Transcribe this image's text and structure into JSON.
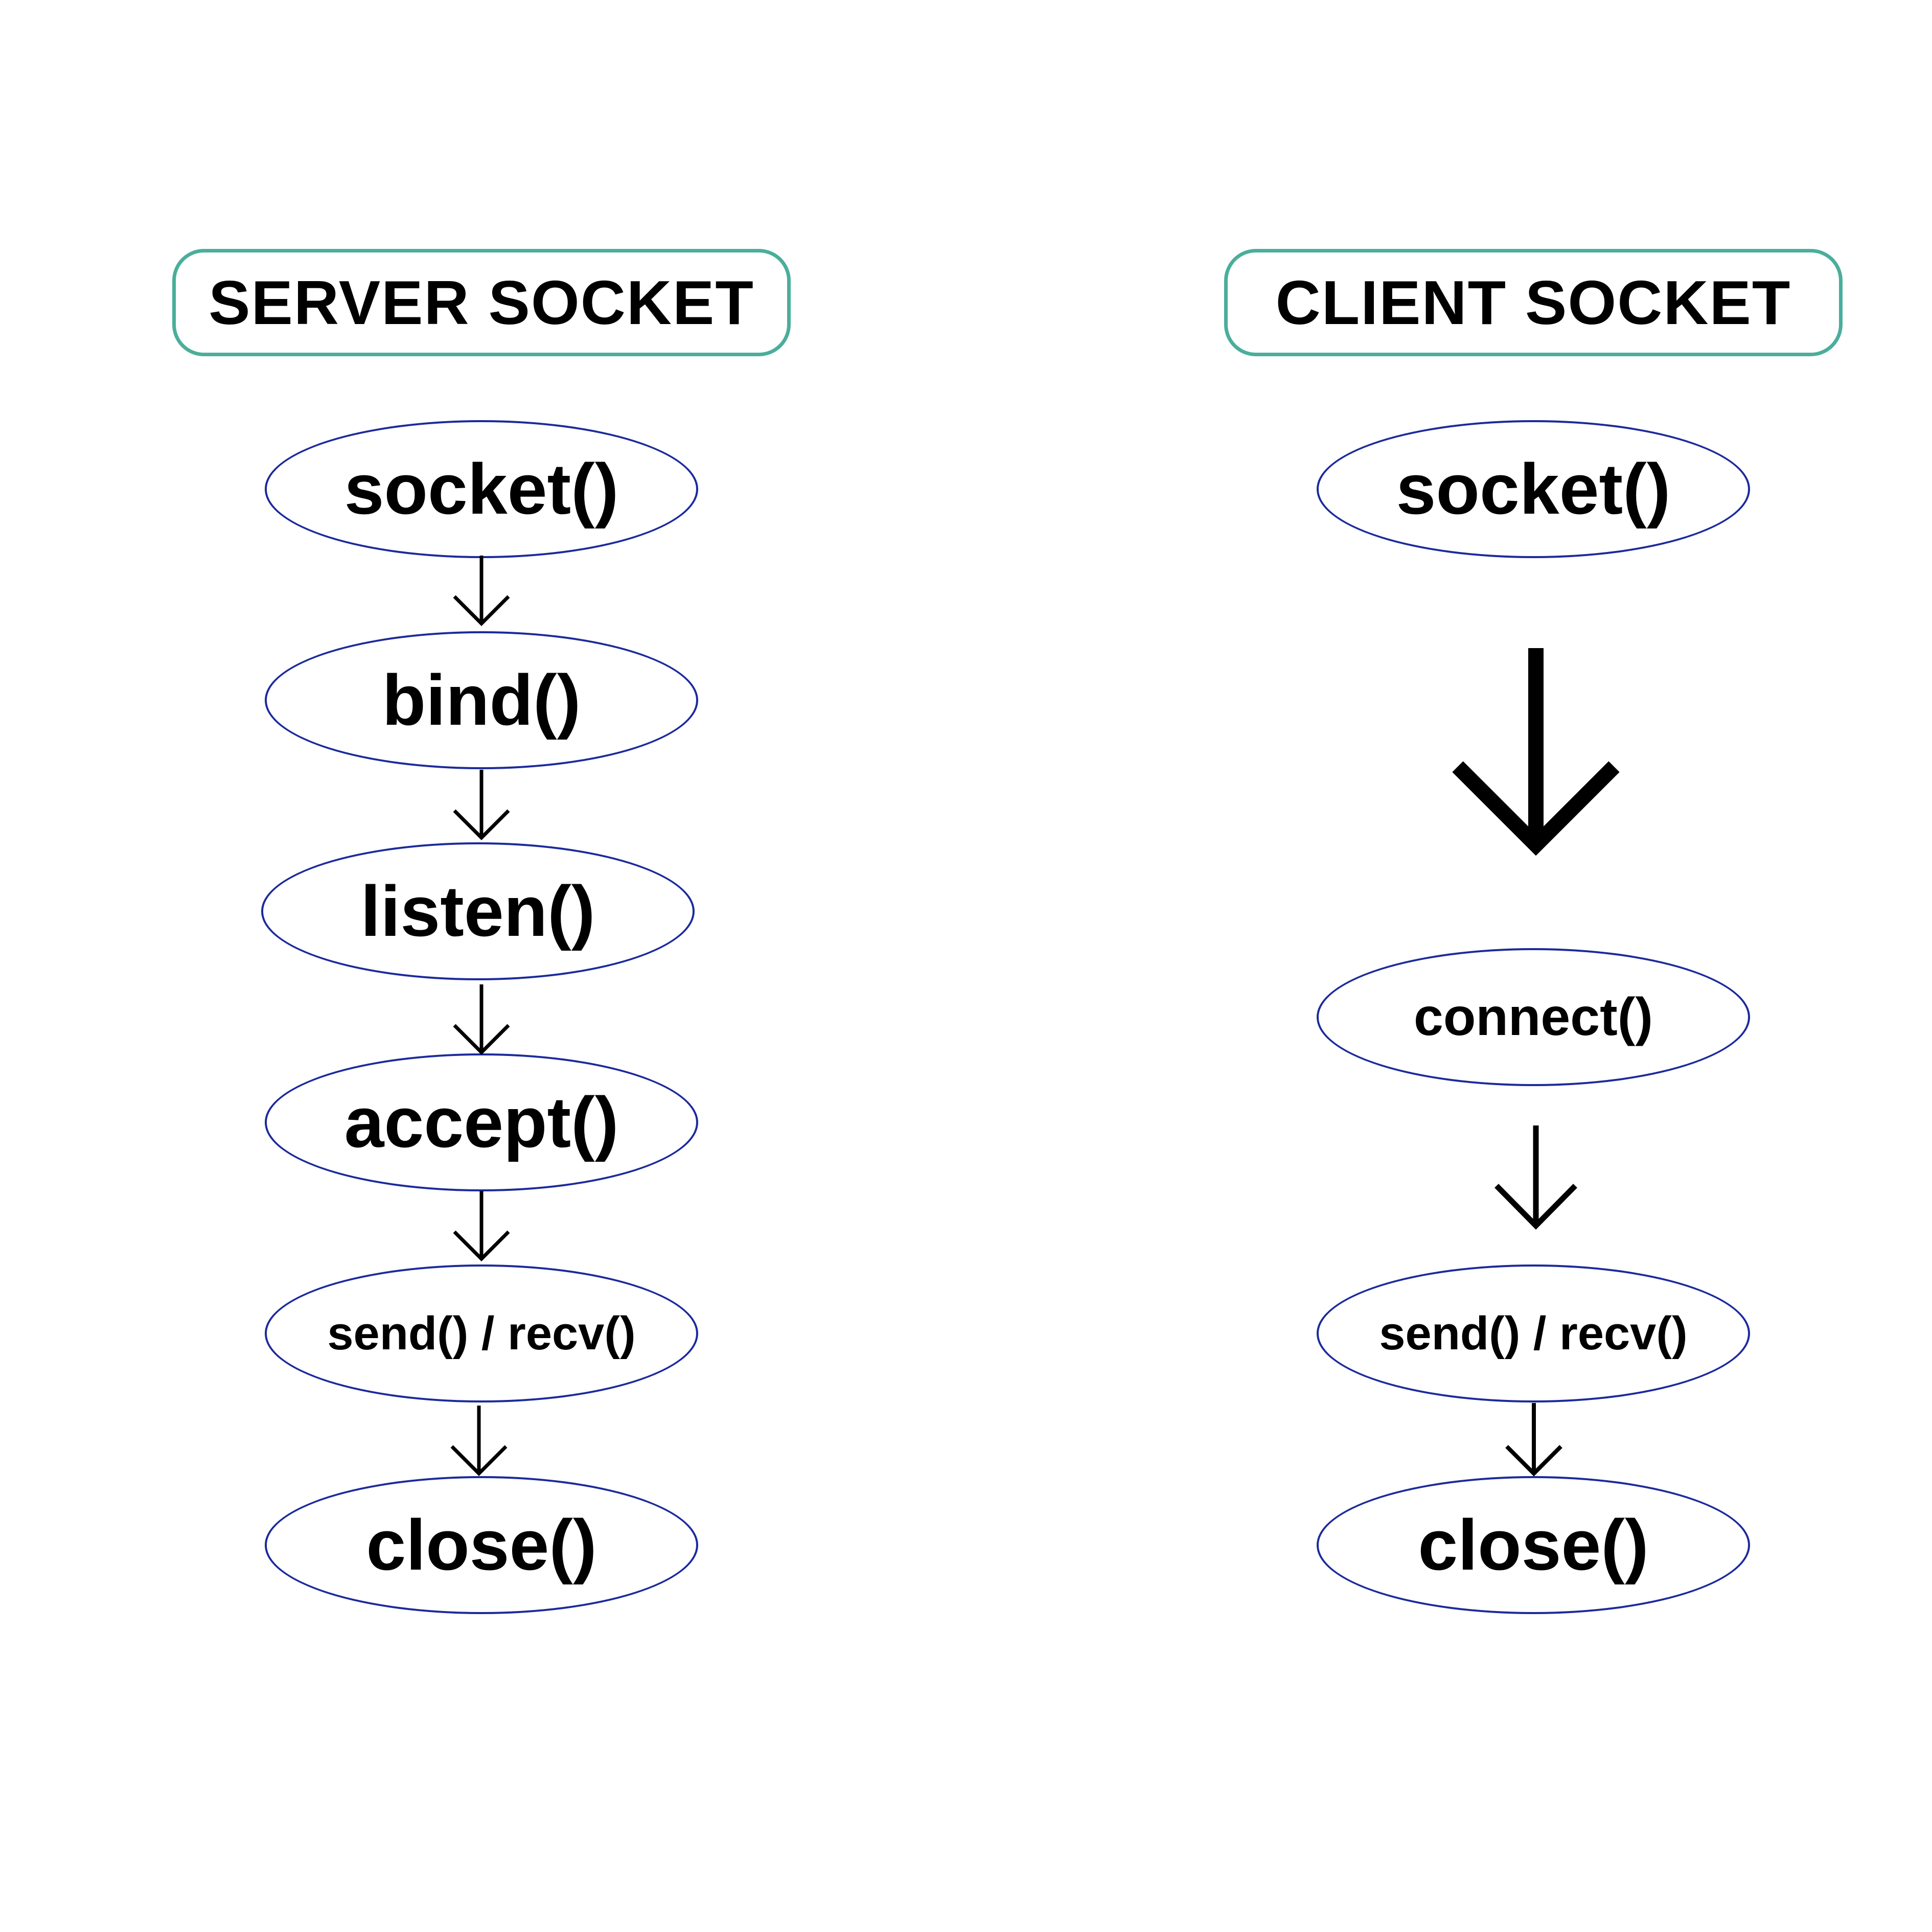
{
  "server": {
    "title": "SERVER SOCKET",
    "steps": [
      "socket()",
      "bind()",
      "listen()",
      "accept()",
      "send() / recv()",
      "close()"
    ]
  },
  "client": {
    "title": "CLIENT SOCKET",
    "steps": [
      "socket()",
      "connect()",
      "send() / recv()",
      "close()"
    ]
  },
  "colors": {
    "header_border": "#4aae9b",
    "step_border": "#1c2a9c",
    "text": "#000000"
  }
}
